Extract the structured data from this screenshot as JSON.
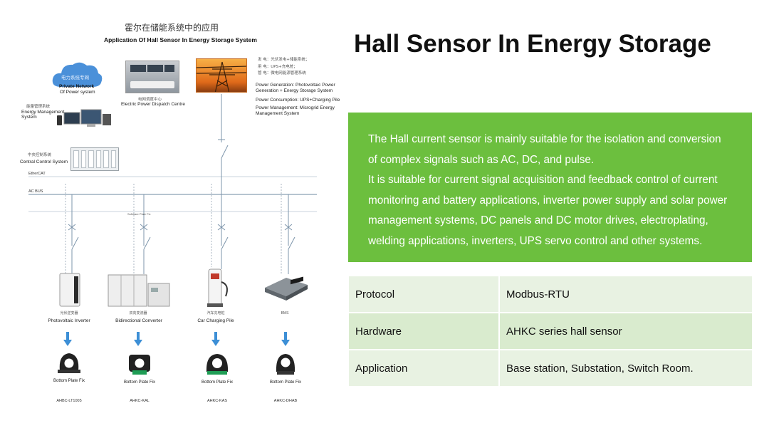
{
  "title": "Hall Sensor In Energy Storage",
  "description": [
    "The Hall current sensor is mainly suitable for the isolation and conversion",
    "of complex signals such as AC, DC, and pulse.",
    "It is suitable for current signal acquisition and feedback control of current",
    "monitoring and battery applications, inverter power supply and solar power",
    "management systems, DC panels and DC motor drives, electroplating,",
    "welding applications, inverters, UPS servo control and other systems."
  ],
  "specs": [
    {
      "label": "Protocol",
      "value": "Modbus-RTU"
    },
    {
      "label": "Hardware",
      "value": "AHKC series hall sensor"
    },
    {
      "label": "Application",
      "value": "Base station, Substation, Switch Room."
    }
  ],
  "diagram": {
    "title_cn": "霍尔在储能系统中的应用",
    "title_en": "Application Of Hall Sensor In Energy Storage System",
    "cloud": {
      "cn": "电力系统专网",
      "en1": "Private Network",
      "en2": "Of Power system"
    },
    "dispatch": {
      "cn": "电网调度中心",
      "en": "Electric Power Dispatch Centre"
    },
    "legend_cn": [
      "发  电：光伏发电+储能系统；",
      "用  电：UPS+充电桩；",
      "管  电：微电网能源管理系统"
    ],
    "legend_en": [
      [
        "Power Generation: Photovoltaic Power",
        "Generation + Energy Storage System"
      ],
      [
        "Power Consumption: UPS+Charging Pile"
      ],
      [
        "Power Management: Microgrid Energy",
        "Management System"
      ]
    ],
    "ems": {
      "cn": "能量管理系统",
      "en1": "Energy Management",
      "en2": "System"
    },
    "ccs": {
      "cn": "中央控制系统",
      "en": "Central Control System"
    },
    "ethercat": "EtherCAT",
    "acbus": "AC BUS",
    "small_label": "Software Plate Fix",
    "devices": [
      {
        "cn": "光伏逆变器",
        "en": "Photovoltaic Inverter",
        "fix": "Bottom Plate Fix",
        "model": "AHBC-LT1005"
      },
      {
        "cn": "双向变流器",
        "en": "Bidirectional Converter",
        "fix": "Bottom Plate Fix",
        "model": "AHKC-KAL"
      },
      {
        "cn": "汽车充电桩",
        "en": "Car Charging Pile",
        "fix": "Bottom Plate Fix",
        "model": "AHKC-KAS"
      },
      {
        "cn": "BMS",
        "en": "",
        "fix": "Bottom Plate Fix",
        "model": "AHKC-DHAB"
      }
    ],
    "colors": {
      "accent": "#6cbf3e",
      "arrow": "#3d8fd6",
      "cloud": "#4a90d9"
    }
  }
}
